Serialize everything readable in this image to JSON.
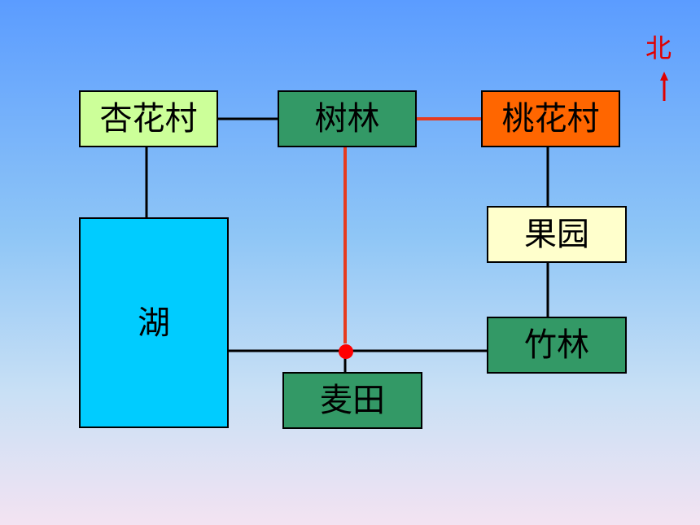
{
  "diagram": {
    "places": {
      "xinghua": {
        "label": "杏花村",
        "color": "#ccff99"
      },
      "shulin": {
        "label": "树林",
        "color": "#339966"
      },
      "taohua": {
        "label": "桃花村",
        "color": "#ff6600"
      },
      "guoyuan": {
        "label": "果园",
        "color": "#ffffcc"
      },
      "hu": {
        "label": "湖",
        "color": "#00ccff"
      },
      "zhulin": {
        "label": "竹林",
        "color": "#339966"
      },
      "maitian": {
        "label": "麦田",
        "color": "#339966"
      }
    },
    "compass": {
      "label": "北"
    },
    "colors": {
      "road": "#000000",
      "route": "#e63b1f",
      "marker": "#ff0000"
    }
  }
}
